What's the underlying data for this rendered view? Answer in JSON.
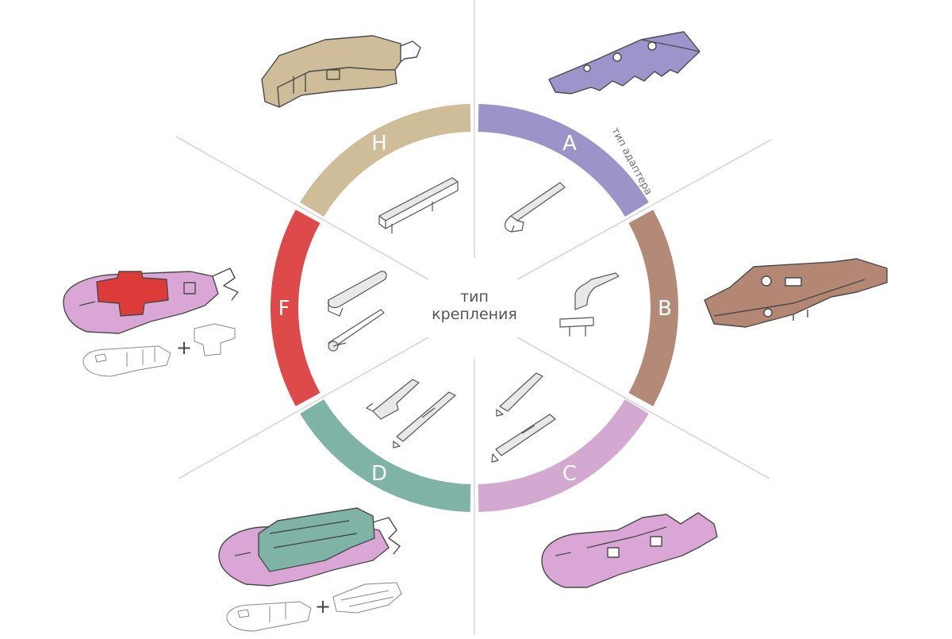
{
  "center_label": {
    "line1": "тип",
    "line2": "крепления"
  },
  "adapter_label": "тип адаптера",
  "plus_sign": "+",
  "segments": [
    {
      "letter": "A",
      "color": "#9c94c9"
    },
    {
      "letter": "B",
      "color": "#b38a78"
    },
    {
      "letter": "C",
      "color": "#d3a9d1"
    },
    {
      "letter": "D",
      "color": "#7fb3a5"
    },
    {
      "letter": "F",
      "color": "#de4a4a"
    },
    {
      "letter": "H",
      "color": "#cfbc99"
    }
  ],
  "adapter_colors": {
    "A": "#9e94cc",
    "B": "#b38773",
    "C": "#d9a6d6",
    "D": "#7fb3a5",
    "F": "#dd3a3a",
    "H": "#cfbc99",
    "base": "#d9a6d6"
  }
}
